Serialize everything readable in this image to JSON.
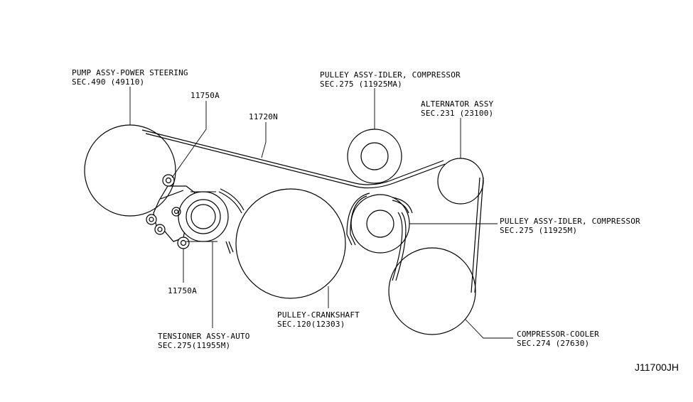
{
  "labels": {
    "pump_name": "PUMP ASSY-POWER STEERING",
    "pump_sec": "SEC.490 (49110)",
    "idler_top_name": "PULLEY ASSY-IDLER, COMPRESSOR",
    "idler_top_sec": "SEC.275 (11925MA)",
    "alternator_name": "ALTERNATOR ASSY",
    "alternator_sec": "SEC.231 (23100)",
    "belt_part": "11720N",
    "bolt_top": "11750A",
    "bolt_bottom": "11750A",
    "idler_mid_name": "PULLEY ASSY-IDLER, COMPRESSOR",
    "idler_mid_sec": "SEC.275 (11925M)",
    "crank_name": "PULLEY-CRANKSHAFT",
    "crank_sec": "SEC.120(12303)",
    "tensioner_name": "TENSIONER ASSY-AUTO",
    "tensioner_sec": "SEC.275(11955M)",
    "compressor_name": "COMPRESSOR-COOLER",
    "compressor_sec": "SEC.274 (27630)",
    "diagram_code": "J11700JH"
  }
}
